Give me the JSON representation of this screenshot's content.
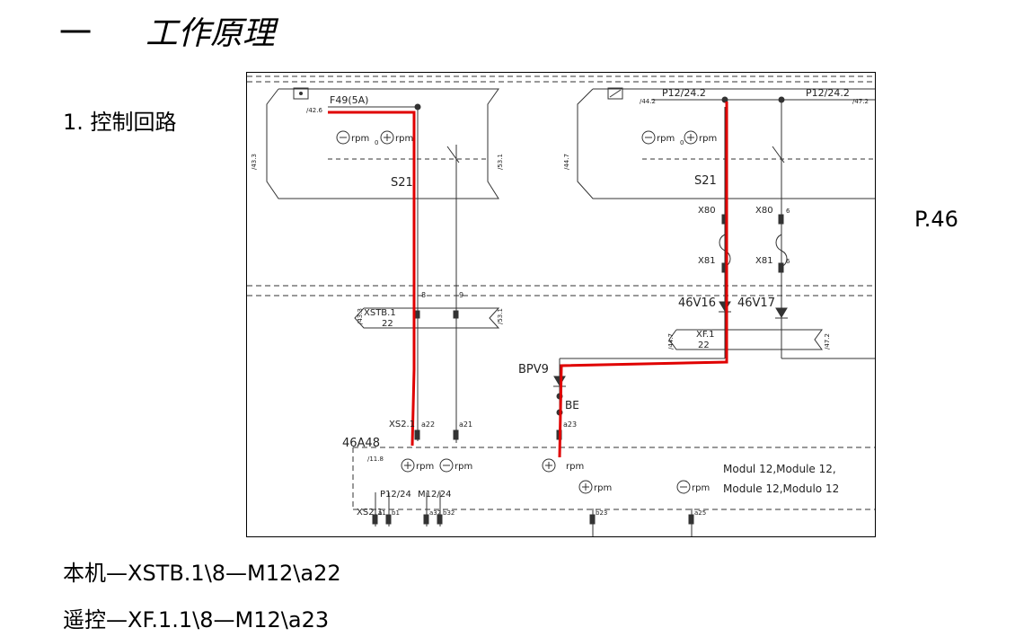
{
  "heading": {
    "number": "一",
    "title": "工作原理"
  },
  "subheading": "1. 控制回路",
  "page_ref": "P.46",
  "notes": [
    "本机—XSTB.1\\8—M12\\a22",
    "遥控—XF.1.1\\8—M12\\a23"
  ],
  "diagram": {
    "labels": {
      "fuse": "F49(5A)",
      "fuse_ref": "/42.6",
      "p12_left": "P12/24.2",
      "p12_left_ref": "/44.2",
      "p12_right": "P12/24.2",
      "p12_right_ref": "/47.2",
      "rpm": "rpm",
      "zero": "0",
      "switch": "S21",
      "ref_433": "/43.3",
      "ref_531": "/53.1",
      "ref_447": "/44.7",
      "ref_472": "/47.2",
      "xstb": "XSTB.1",
      "xstb_22": "22",
      "xstb_8": "8",
      "xstb_9": "9",
      "x80": "X80",
      "x81": "X81",
      "x_pin6": "6",
      "diode1": "46V16",
      "diode2": "46V17",
      "xf": "XF.1",
      "xf_22": "22",
      "bpv9": "BPV9",
      "be": "BE",
      "xs2": "XS2.1",
      "a22": "a22",
      "a21": "a21",
      "a23": "a23",
      "module": "46A48",
      "module_ref": "/11.8",
      "modul_line1": "Modul 12,Module 12,",
      "modul_line2": "Module 12,Modulo 12",
      "p12_24": "P12/24",
      "m12_24": "M12/24",
      "pin_a1": "a1",
      "pin_b1": "b1",
      "pin_a32": "a32",
      "pin_b32": "b32",
      "pin_b23": "b23",
      "pin_a25": "a25"
    }
  }
}
